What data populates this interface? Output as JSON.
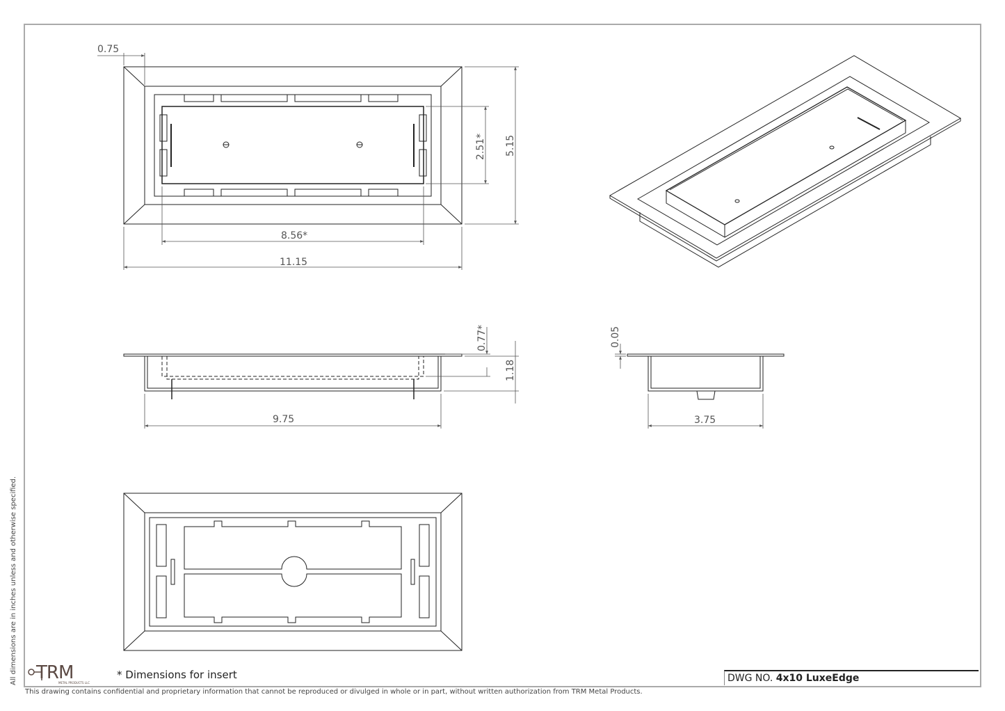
{
  "dimensions": {
    "top_margin": "0.75",
    "overall_height": "5.15",
    "insert_height": "2.51*",
    "insert_width": "8.56*",
    "overall_width": "11.15",
    "flange_thickness": "0.77*",
    "depth": "1.18",
    "body_width": "9.75",
    "lip_thickness": "0.05",
    "body_depth": "3.75"
  },
  "notes": {
    "insert": "* Dimensions for insert",
    "units": "All dimensions are in inches unless and otherwise specified.",
    "confidential": "This drawing contains confidential and proprietary information that cannot be reproduced or divulged in whole or in part, without written authorization from TRM Metal Products."
  },
  "title_block": {
    "dwg_label": "DWG NO.",
    "dwg_number": "4x10 LuxeEdge"
  },
  "logo": {
    "name": "TRM",
    "subtitle": "METAL PRODUCTS LLC"
  },
  "colors": {
    "line": "#222222",
    "dimension": "#555555",
    "frame": "#aaaaaa",
    "logo": "#5c4a44"
  }
}
